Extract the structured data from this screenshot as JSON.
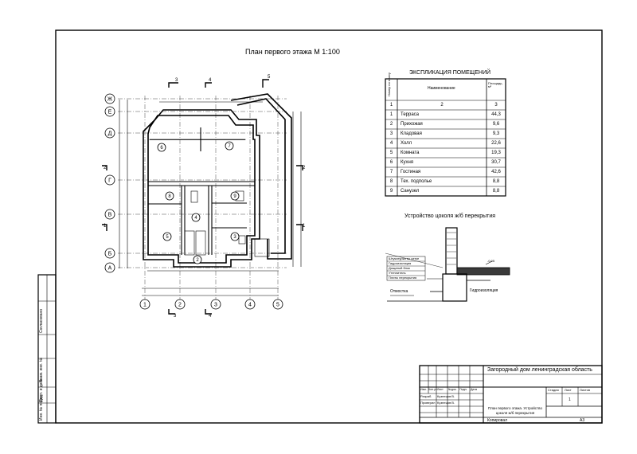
{
  "plan": {
    "title": "План первого этажа М 1:100",
    "axes_x": [
      "1",
      "2",
      "3",
      "4",
      "5"
    ],
    "axes_y": [
      "Ж",
      "Е",
      "Д",
      "Г",
      "В",
      "Б",
      "А"
    ],
    "section_marks": [
      "3",
      "4",
      "5",
      "2",
      "2",
      "1",
      "1",
      "3",
      "4"
    ],
    "room_numbers": [
      "6",
      "7",
      "8",
      "4",
      "9",
      "5",
      "2",
      "3"
    ]
  },
  "explication": {
    "title": "ЭКСПЛИКАЦИЯ ПОМЕЩЕНИЙ",
    "headers": [
      "Номер по плану",
      "Наименование",
      "Площадь, м²"
    ],
    "index_row": [
      "1",
      "2",
      "3"
    ],
    "rows": [
      [
        "1",
        "Терраса",
        "44,3"
      ],
      [
        "2",
        "Прихожая",
        "9,6"
      ],
      [
        "3",
        "Кладовая",
        "9,3"
      ],
      [
        "4",
        "Холл",
        "22,6"
      ],
      [
        "5",
        "Комната",
        "19,3"
      ],
      [
        "6",
        "Кухня",
        "30,7"
      ],
      [
        "7",
        "Гостиная",
        "42,6"
      ],
      [
        "8",
        "Тех. подполье",
        "8,8"
      ],
      [
        "9",
        "Санузел",
        "8,8"
      ]
    ]
  },
  "detail": {
    "title": "Устройство цоколя ж/б перекрытия",
    "labels": [
      "Штукатурка по сетке",
      "Гидроизоляция",
      "Дощатый блок",
      "Утеплитель",
      "Плиты перекрытия"
    ],
    "ground_label": "Отмостка",
    "right_label": "Гидроизоляция",
    "small_label": "-0,05"
  },
  "stamp": {
    "project": "Загородный дом ленинградская область",
    "sheet_title": "План первого этажа. Устройство цоколя ж/б перекрытия",
    "col_headers": [
      "Изм.",
      "Кол.уч",
      "Лист",
      "№док.",
      "Подп.",
      "Дата"
    ],
    "roles": [
      [
        "Разраб.",
        "Кузнецов В."
      ],
      [
        "Проверил",
        "Кузнецов В."
      ]
    ],
    "stage_headers": [
      "Стадия",
      "Лист",
      "Листов"
    ],
    "sheet_no": "1",
    "copied": "Копировал",
    "format": "А3"
  },
  "side_stamp": {
    "labels": [
      "Согласовано",
      "Взам. инв. №",
      "Подп. и дата",
      "Инв. № подл."
    ]
  }
}
